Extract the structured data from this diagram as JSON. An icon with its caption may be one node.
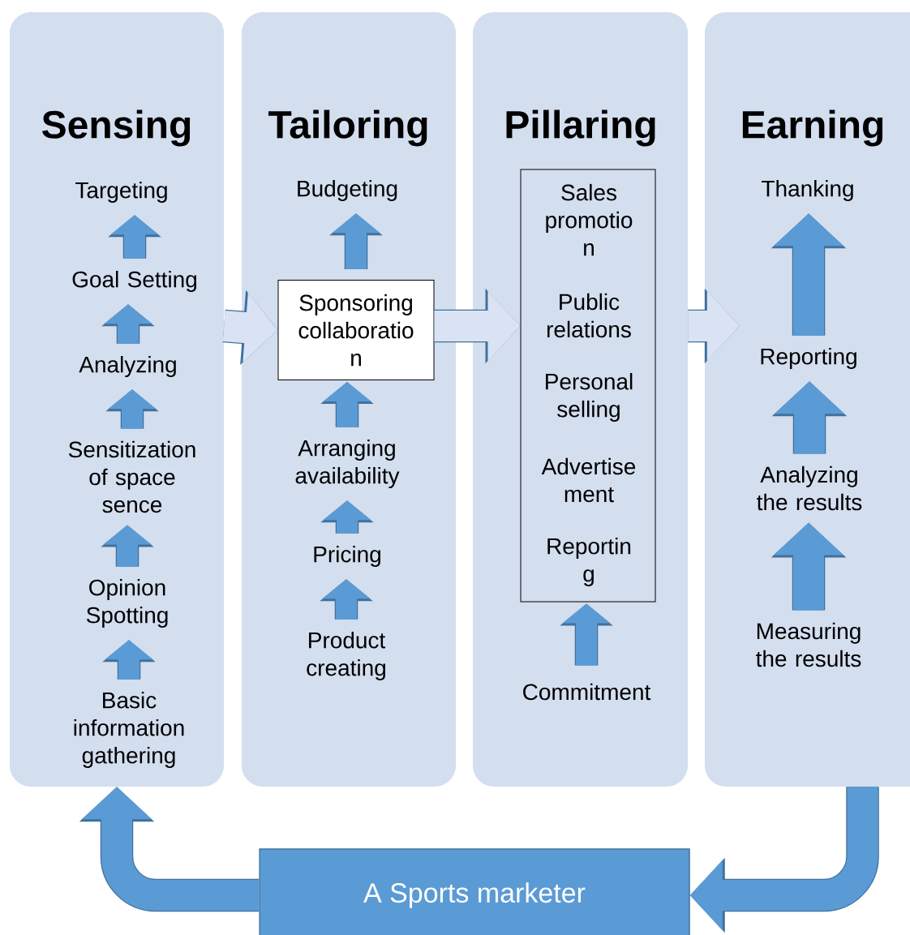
{
  "diagram": {
    "nodes": [
      {
        "text": [
          "Sensing"
        ]
      },
      {
        "text": [
          "Targeting"
        ],
        "in": 0
      },
      {
        "text": [
          "Goal Setting"
        ],
        "in": 0
      },
      {
        "text": [
          "Analyzing"
        ],
        "in": 0
      },
      {
        "text": [
          "Sensitization of space sence"
        ],
        "in": 0
      },
      {
        "text": [
          "Opinion Spotting"
        ],
        "in": 0
      },
      {
        "text": [
          "Basic information gathering"
        ],
        "in": 0
      },
      {
        "text": [
          "Tailoring"
        ]
      },
      {
        "text": [
          "Budgeting"
        ],
        "in": 7
      },
      {
        "text": [
          "Sponsoring collaboratio n"
        ],
        "in": 7
      },
      {
        "text": [
          "Arranging availability"
        ],
        "in": 7
      },
      {
        "text": [
          "Pricing"
        ],
        "in": 7
      },
      {
        "text": [
          "Product creating"
        ],
        "in": 7
      },
      {
        "text": [
          "Pillaring"
        ]
      },
      {
        "text": [
          "Sales promotio n",
          "Public relations",
          "Personal selling",
          "Advertise ment",
          "Reportin g"
        ],
        "in": 13
      },
      {
        "text": [
          "Commitment"
        ],
        "in": 13
      },
      {
        "text": [
          "Earning"
        ]
      },
      {
        "text": [
          "Thanking"
        ],
        "in": 16
      },
      {
        "text": [
          "Reporting"
        ],
        "in": 16
      },
      {
        "text": [
          "Analyzing the results"
        ],
        "in": 16
      },
      {
        "text": [
          "Measuring the results"
        ],
        "in": 16
      },
      {
        "text": [
          "A Sports marketer"
        ]
      }
    ],
    "edges": [
      {
        "from": 2,
        "to": 1,
        "arrow": "to"
      },
      {
        "from": 3,
        "to": 2,
        "arrow": "to"
      },
      {
        "from": 4,
        "to": 3,
        "arrow": "to"
      },
      {
        "from": 5,
        "to": 4,
        "arrow": "to"
      },
      {
        "from": 6,
        "to": 5,
        "arrow": "to"
      },
      {
        "from": 0,
        "to": 9,
        "arrow": "to",
        "color": "#dae3f3"
      },
      {
        "from": 9,
        "to": 8,
        "arrow": "to"
      },
      {
        "from": 10,
        "to": 9,
        "arrow": "to"
      },
      {
        "from": 11,
        "to": 10,
        "arrow": "to"
      },
      {
        "from": 12,
        "to": 11,
        "arrow": "to"
      },
      {
        "from": 9,
        "to": 14,
        "arrow": "to",
        "color": "#dae3f3"
      },
      {
        "from": 15,
        "to": 14,
        "arrow": "to"
      },
      {
        "from": 13,
        "to": 16,
        "arrow": "to",
        "color": "#dae3f3"
      },
      {
        "from": 18,
        "to": 17,
        "arrow": "to"
      },
      {
        "from": 19,
        "to": 18,
        "arrow": "to"
      },
      {
        "from": 20,
        "to": 19,
        "arrow": "to"
      },
      {
        "from": 16,
        "to": 21,
        "arrow": "to"
      },
      {
        "from": 21,
        "to": 0,
        "arrow": "to"
      }
    ]
  }
}
